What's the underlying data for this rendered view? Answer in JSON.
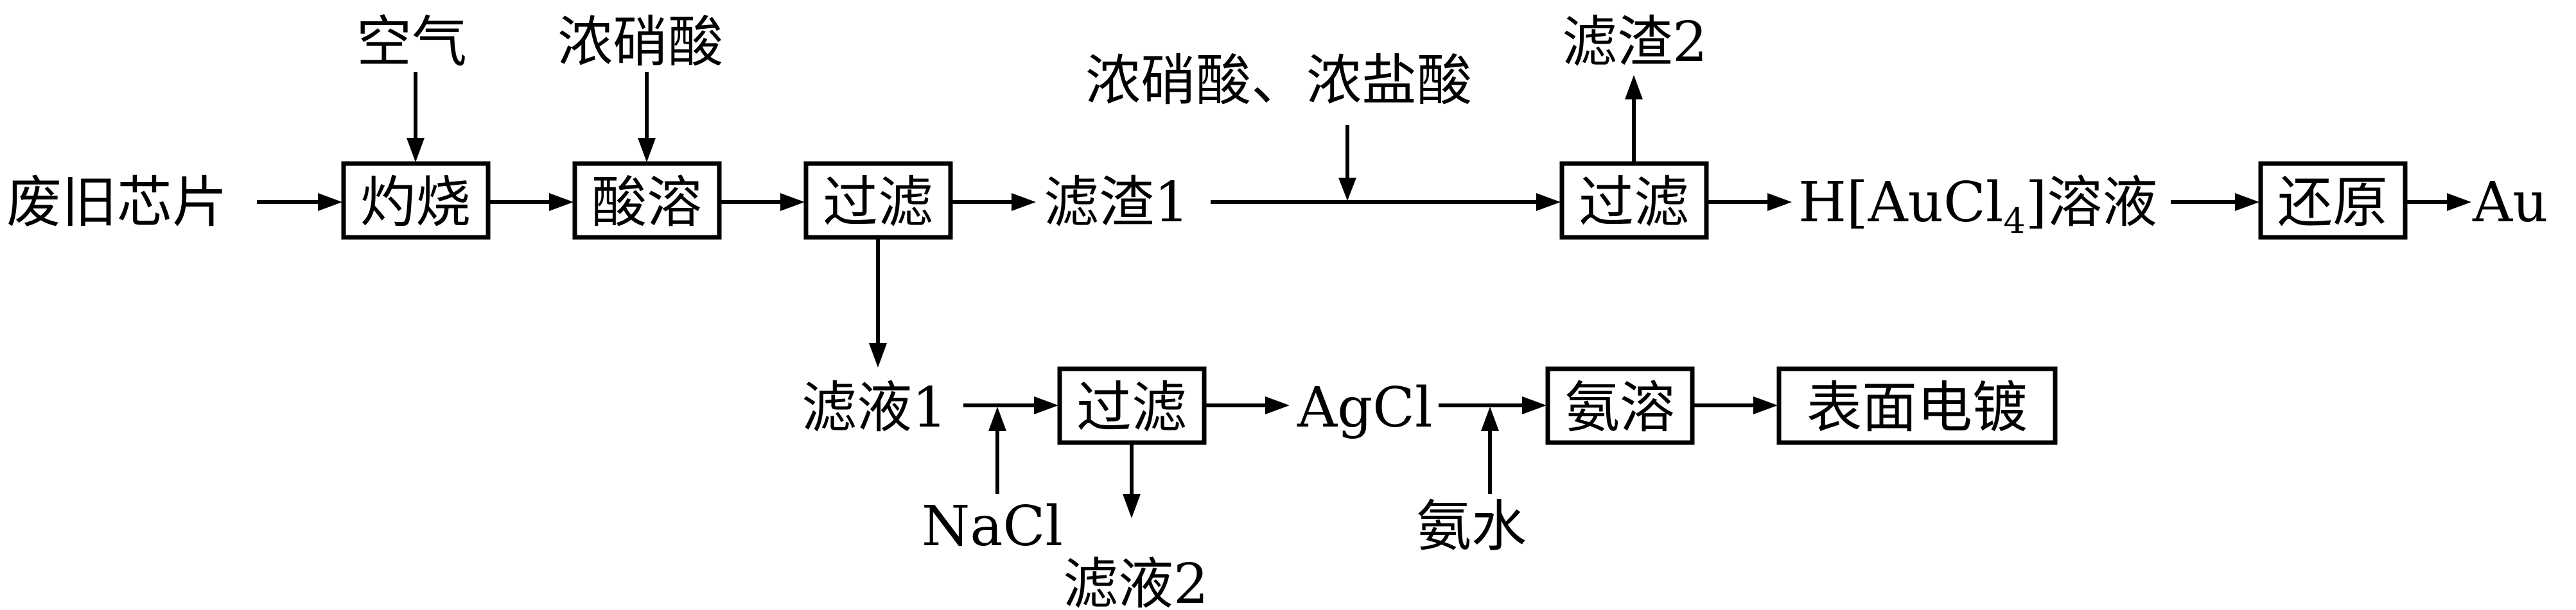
{
  "nodes": {
    "start": "废旧芯片",
    "air": "空气",
    "roast": "灼烧",
    "conc_hno3": "浓硝酸",
    "acid_dissolve": "酸溶",
    "filter1": "过滤",
    "residue1": "滤渣1",
    "aqua_regia": "浓硝酸、浓盐酸",
    "residue2": "滤渣2",
    "filter2": "过滤",
    "haucl4_prefix": "H[AuCl",
    "haucl4_sub": "4",
    "haucl4_suffix": "]溶液",
    "reduce": "还原",
    "gold": "Au",
    "filtrate1": "滤液1",
    "nacl": "NaCl",
    "filter3": "过滤",
    "filtrate2": "滤液2",
    "agcl": "AgCl",
    "ammonia": "氨水",
    "ammonia_dissolve": "氨溶",
    "electroplate": "表面电镀"
  }
}
